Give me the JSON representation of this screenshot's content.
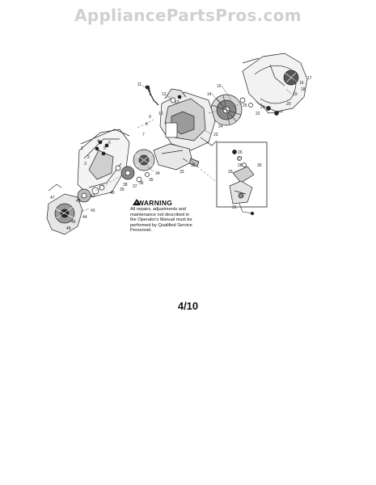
{
  "watermark": "AppliancePartsPros.com",
  "warning": {
    "title": "WARNING",
    "lines": [
      "All repairs, adjustments and",
      "maintenance not described in",
      "the Operator's Manual must be",
      "performed by Qualified Service",
      "Personnel."
    ]
  },
  "page_number": "4/10",
  "part_callouts": [
    "1",
    "2",
    "3",
    "4",
    "5",
    "6",
    "7",
    "8",
    "9",
    "10",
    "11",
    "12",
    "13",
    "14",
    "15",
    "16",
    "17",
    "18",
    "19",
    "20",
    "21",
    "22",
    "23",
    "24",
    "25",
    "26",
    "27",
    "28",
    "29",
    "30",
    "31",
    "32",
    "33",
    "34",
    "35",
    "36",
    "37",
    "38",
    "39",
    "40",
    "41",
    "42",
    "43",
    "44",
    "45",
    "46",
    "47"
  ]
}
